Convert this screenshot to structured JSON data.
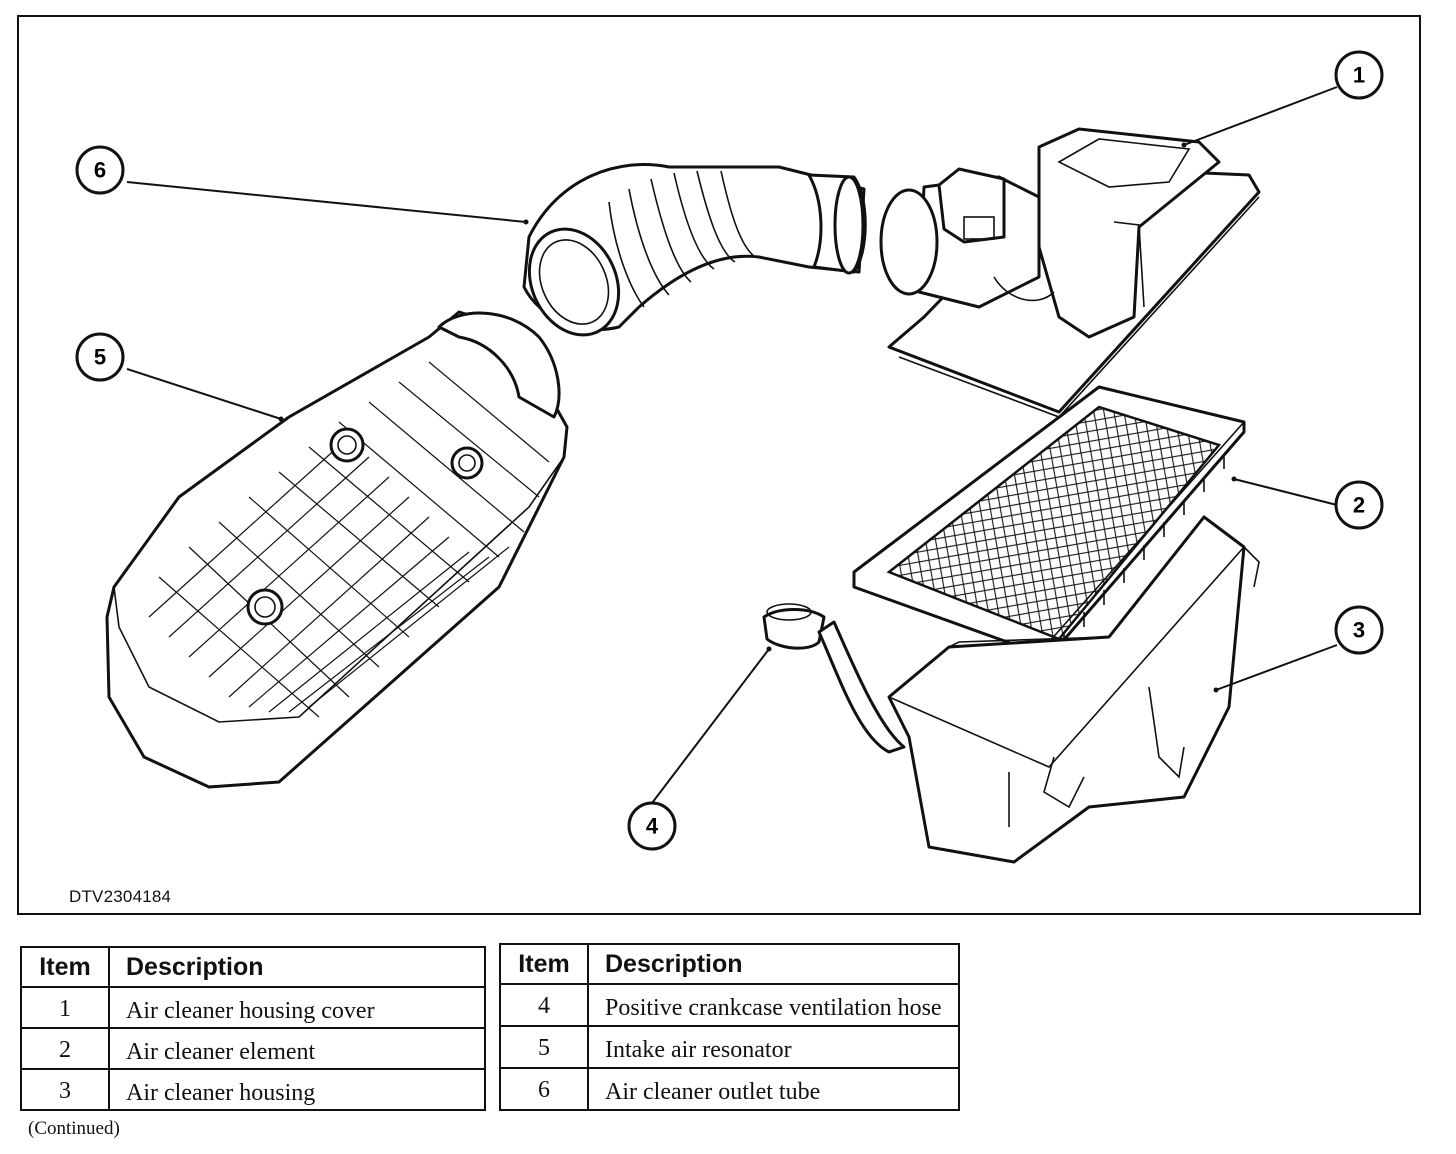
{
  "figure": {
    "id_code": "DTV2304184",
    "callouts": [
      "1",
      "2",
      "3",
      "4",
      "5",
      "6"
    ]
  },
  "legend_left": {
    "headers": {
      "item": "Item",
      "description": "Description"
    },
    "rows": [
      {
        "item": "1",
        "description": "Air cleaner housing cover"
      },
      {
        "item": "2",
        "description": "Air cleaner element"
      },
      {
        "item": "3",
        "description": "Air cleaner housing"
      }
    ],
    "continued": "(Continued)"
  },
  "legend_right": {
    "headers": {
      "item": "Item",
      "description": "Description"
    },
    "rows": [
      {
        "item": "4",
        "description": "Positive crankcase ventilation hose"
      },
      {
        "item": "5",
        "description": "Intake air resonator"
      },
      {
        "item": "6",
        "description": "Air cleaner outlet tube"
      }
    ]
  }
}
